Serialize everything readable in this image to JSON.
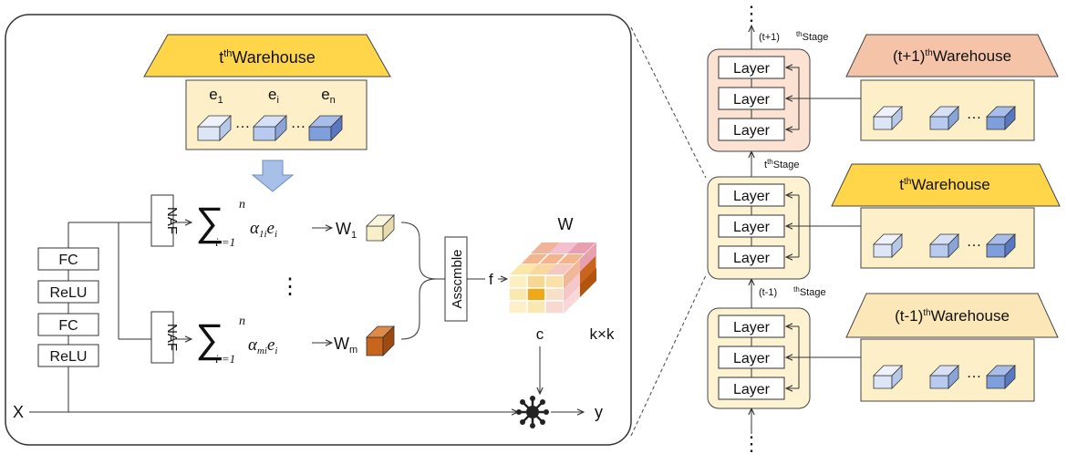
{
  "detail": {
    "warehouse": {
      "title_base": "t",
      "title_sup": "th",
      "title_rest": "Warehouse"
    },
    "embeddings": [
      {
        "base": "e",
        "sub": "1"
      },
      {
        "base": "e",
        "sub": "i"
      },
      {
        "base": "e",
        "sub": "n"
      }
    ],
    "ellipsis": "…",
    "naf_label": "NAF",
    "sum_top": "n",
    "sum_bottom": "i =1",
    "alpha_top": {
      "base": "α",
      "sub": "1i",
      "e": "e",
      "e_sub": "i"
    },
    "alpha_bottom": {
      "base": "α",
      "sub": "mi",
      "e": "e",
      "e_sub": "i"
    },
    "w_top": {
      "base": "W",
      "sub": "1"
    },
    "w_bottom": {
      "base": "W",
      "sub": "m"
    },
    "vdots": "⋮",
    "assemble_label": "Asscmble",
    "f_label": "f",
    "w_cube_label": "W",
    "c_label": "c",
    "kxk_label": "k×k",
    "mlp": [
      "FC",
      "ReLU",
      "FC",
      "ReLU"
    ],
    "x_label": "X",
    "y_label": "y"
  },
  "stages": {
    "top_dots": "⋮",
    "bottom_dots": "⋮",
    "layer_label": "Layer",
    "stage_labels": [
      {
        "pre": "(t+1)",
        "sup": "th",
        "rest": "Stage"
      },
      {
        "pre": "",
        "sup": "th",
        "rest": "Stage",
        "base": "t"
      },
      {
        "pre": "(t-1)",
        "sup": "th",
        "rest": "Stage"
      }
    ],
    "warehouses": [
      {
        "pre": "(t+1)",
        "sup": "th",
        "rest": "Warehouse",
        "color": "#f5c4a8"
      },
      {
        "pre": "t",
        "sup": "th",
        "rest": "Warehouse",
        "color": "#ffd54a"
      },
      {
        "pre": "(t-1)",
        "sup": "th",
        "rest": "Warehouse",
        "color": "#fbe7b8"
      }
    ]
  },
  "colors": {
    "warehouse_roof": "#ffd54a",
    "warehouse_body": "#fdf0c8",
    "stage_top": "#fbe2d2",
    "stage_mid": "#fdf3d2",
    "stage_bottom": "#fdf3d2",
    "arrow_blue": "#a8c0e8",
    "w1_cube": "#f7efc8",
    "wm_cube": "#c8641c"
  }
}
